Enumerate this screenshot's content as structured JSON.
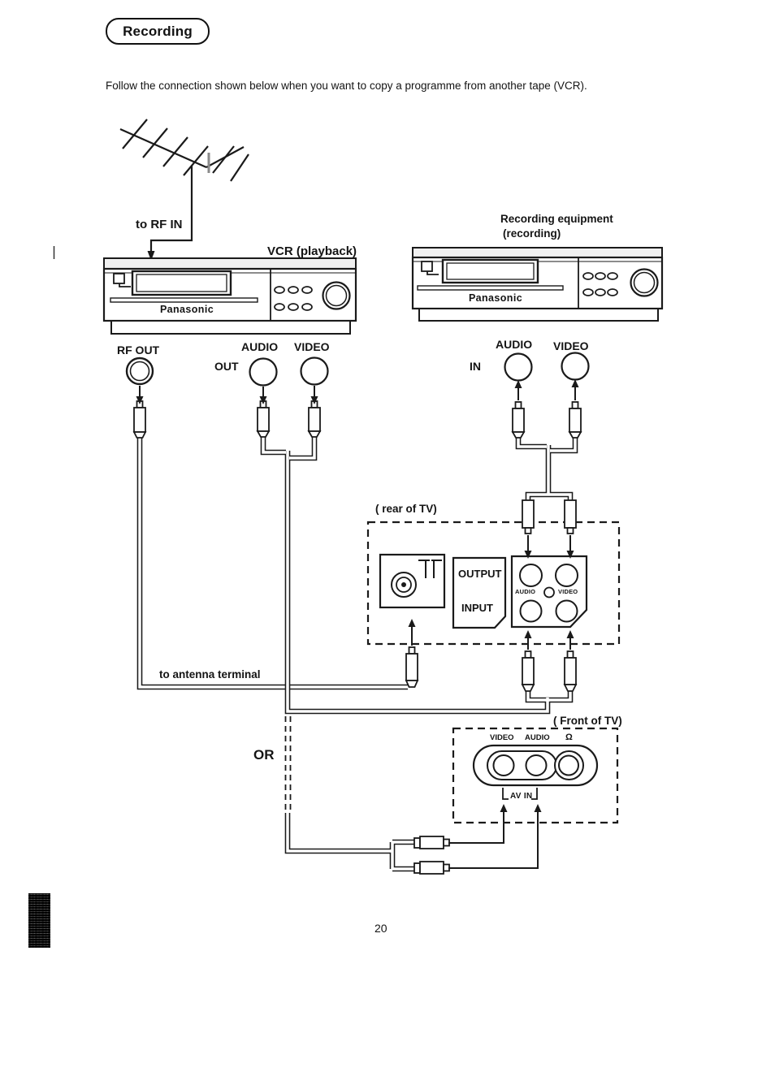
{
  "header": {
    "badge": "Recording",
    "intro": "Follow the connection shown below when you want to copy a programme from another tape (VCR)."
  },
  "antenna": {
    "to_rf_in": "to RF IN"
  },
  "playback_vcr": {
    "title": "VCR (playback)",
    "brand": "Panasonic",
    "rf_out": "RF OUT",
    "audio": "AUDIO",
    "out": "OUT",
    "video": "VIDEO"
  },
  "recording_vcr": {
    "title": "Recording equipment",
    "subtitle": "(recording)",
    "brand": "Panasonic",
    "audio": "AUDIO",
    "in": "IN",
    "video": "VIDEO"
  },
  "rear_tv": {
    "caption": "( rear of TV)",
    "output": "OUTPUT",
    "input": "INPUT",
    "audio": "AUDIO",
    "video": "VIDEO",
    "to_antenna_terminal": "to antenna terminal"
  },
  "front_tv": {
    "caption": "( Front of TV)",
    "video": "VIDEO",
    "audio": "AUDIO",
    "headphone": "Ω",
    "av_in": "AV IN"
  },
  "alternative": {
    "or": "OR"
  },
  "footer": {
    "page_number": "20"
  }
}
